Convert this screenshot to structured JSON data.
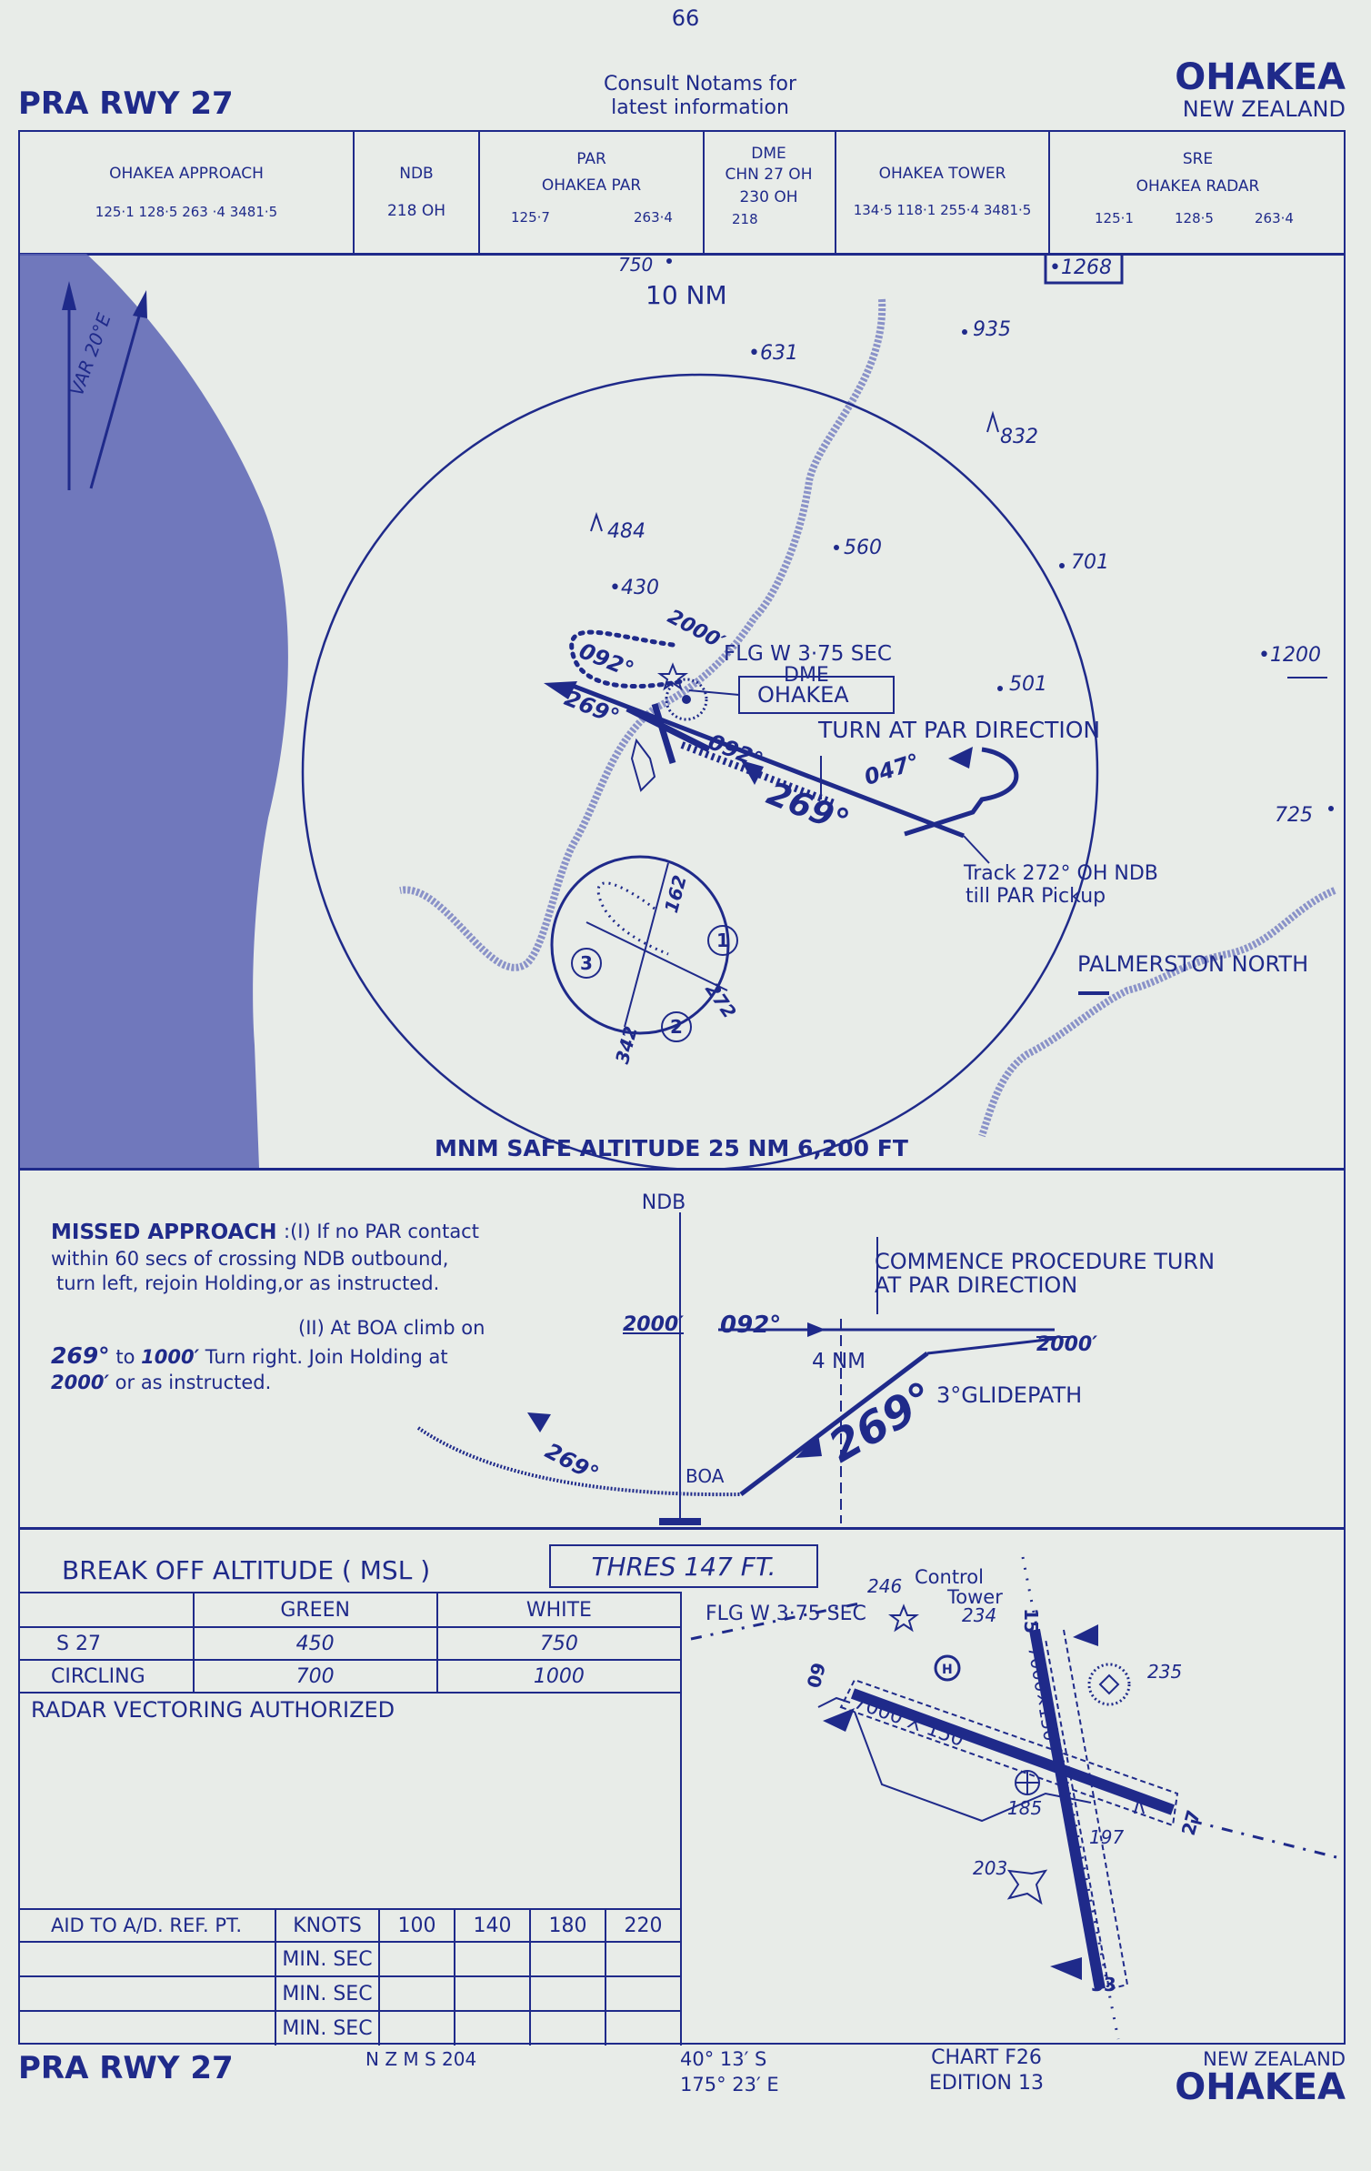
{
  "page_number": "66",
  "header": {
    "procedure": "PRA RWY 27",
    "notam_line1": "Consult Notams for",
    "notam_line2": "latest information",
    "airport": "OHAKEA",
    "country": "NEW ZEALAND"
  },
  "comms": {
    "approach_name": "OHAKEA APPROACH",
    "approach_freqs": "125·1   128·5   263 ·4   3481·5",
    "ndb_title": "NDB",
    "ndb_value": "218   OH",
    "par_title": "PAR",
    "par_name": "OHAKEA   PAR",
    "par_freq1": "125·7",
    "par_freq2": "263·4",
    "dme_title": "DME",
    "dme_name": "CHN 27 OH",
    "dme_line2": "230    OH",
    "dme_line3": "218",
    "tower_name": "OHAKEA TOWER",
    "tower_freqs": "134·5  118·1  255·4  3481·5",
    "sre_title": "SRE",
    "sre_name": "OHAKEA   RADAR",
    "sre_freq1": "125·1",
    "sre_freq2": "128·5",
    "sre_freq3": "263·4"
  },
  "plan": {
    "elev_box": "•1268",
    "ring_label": "10 NM",
    "variation": "VAR  20°E",
    "spot_750": "750",
    "spot_631": "•631",
    "spot_935": "935",
    "spot_832": "832",
    "spot_484": "484",
    "spot_430": "•430",
    "spot_560": "560",
    "spot_701": "701",
    "spot_1200": "•1200",
    "spot_501": "501",
    "spot_725": "725",
    "holding_alt": "2000′",
    "inbound_hold": "092°",
    "outbound_269": "269°",
    "outbound_092": "092°",
    "flg": "FLG W 3·75 SEC",
    "dme_label": "DME",
    "ohakea_box": "OHAKEA",
    "turn_par": "TURN AT PAR DIRECTION",
    "turn_047": "047°",
    "final_269": "269°",
    "track_line1": "Track 272°  OH  NDB",
    "track_line2": "till PAR   Pickup",
    "palmerston": "PALMERSTON NORTH",
    "inset_162": "162",
    "inset_272": "272",
    "inset_342": "342",
    "inset_1": "1",
    "inset_2": "2",
    "inset_3": "3",
    "msa": "MNM SAFE ALTITUDE 25 NM  6,200 FT"
  },
  "profile": {
    "missed_title": "MISSED APPROACH",
    "missed_l1": ":(I) If no PAR contact",
    "missed_l2": "within 60 secs of crossing NDB outbound,",
    "missed_l3": "turn left, rejoin  Holding,or as instructed.",
    "missed_l4": "(II) At BOA climb on",
    "missed_l5a": "269°",
    "missed_l5b": " to ",
    "missed_l5c": "1000′",
    "missed_l5d": " Turn right.  Join  Holding at",
    "missed_l6a": "2000′",
    "missed_l6b": "  or as instructed.",
    "ndb": "NDB",
    "commence_l1": "COMMENCE PROCEDURE TURN",
    "commence_l2": "AT PAR DIRECTION",
    "alt_left": "2000′",
    "brg_092": "092°",
    "alt_right": "2000′",
    "dist": "4 NM",
    "final": "269°",
    "glidepath": "3°GLIDEPATH",
    "missed_269": "269°",
    "boa": "BOA"
  },
  "minima": {
    "boa_title": "BREAK  OFF  ALTITUDE   ( MSL )",
    "thres": "THRES    147 FT.",
    "col_green": "GREEN",
    "col_white": "WHITE",
    "rows": [
      {
        "label": "S   27",
        "green": "450",
        "white": "750"
      },
      {
        "label": "CIRCLING",
        "green": "700",
        "white": "1000"
      }
    ],
    "radar": "RADAR   VECTORING  AUTHORIZED",
    "aid_label": "AID TO A/D. REF. PT.",
    "knots_label": "KNOTS",
    "speeds": [
      "100",
      "140",
      "180",
      "220"
    ],
    "min_sec": [
      "MIN. SEC",
      "MIN. SEC",
      "MIN. SEC"
    ]
  },
  "aerodrome": {
    "elev_246": "246",
    "control_tower": "Control",
    "control_tower2": "Tower",
    "elev_234": "234",
    "flg": "FLG W 3·75 SEC",
    "rwy_09": "09",
    "rwy_15": "15",
    "rwy_27": "27",
    "rwy_33": "33",
    "dims_a": "7000 X 150",
    "dims_b": "7000×150",
    "elev_235": "235",
    "elev_185": "185",
    "elev_197": "197",
    "elev_203": "203"
  },
  "footer": {
    "procedure": "PRA RWY 27",
    "nzms": "N Z M S  204",
    "lat": "40°  13′  S",
    "lon": "175°  23′  E",
    "chart": "CHART F26",
    "edition": "EDITION  13",
    "country": "NEW  ZEALAND",
    "airport": "OHAKEA"
  },
  "colors": {
    "ink": "#1f2a8a",
    "paper": "#e8ece8",
    "sea": "#5a64b4"
  }
}
